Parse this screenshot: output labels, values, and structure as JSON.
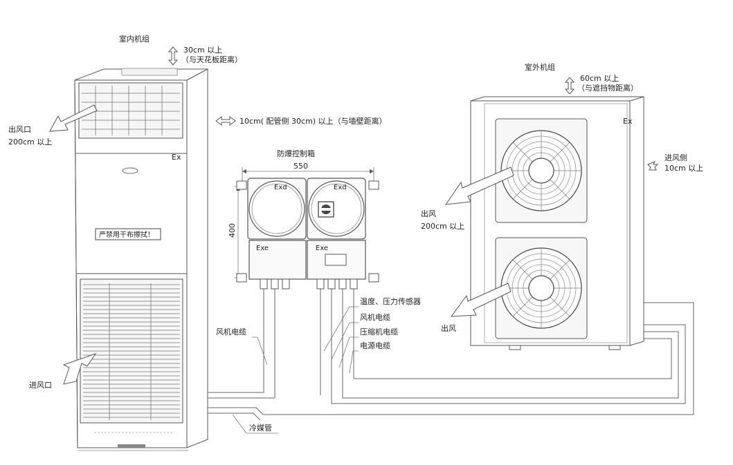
{
  "indoor_unit": {
    "title": "室内机组",
    "top_clearance_line1": "30cm 以上",
    "top_clearance_line2": "（与天花板距离）",
    "side_clearance": "10cm( 配管侧 30cm) 以上（与墙壁距离）",
    "outlet_label": "出风口",
    "outlet_clearance": "200cm 以上",
    "inlet_label": "进风口",
    "ex_mark": "Ex",
    "warning_text": "严禁用干布擦拭！"
  },
  "control_box": {
    "title": "防爆控制箱",
    "width_dim": "550",
    "height_dim": "400",
    "exd_left": "Exd",
    "exd_right": "Exd",
    "exe_left": "Exe",
    "exe_right": "Exe"
  },
  "outdoor_unit": {
    "title": "室外机组",
    "top_clearance_line1": "60cm 以上",
    "top_clearance_line2": "（与遮挡物距离）",
    "ex_mark": "Ex",
    "inlet_side_label": "进风侧",
    "inlet_side_clearance": "10cm 以上",
    "outlet_top_label": "出风",
    "outlet_top_clearance": "200cm 以上",
    "outlet_bottom_label": "出风"
  },
  "cables": {
    "fan_cable_left": "风机电缆",
    "sensor": "温度、压力传感器",
    "fan_cable_right": "风机电缆",
    "compressor_cable": "压缩机电缆",
    "power_cable": "电源电缆",
    "refrigerant_pipe": "冷媒管"
  },
  "colors": {
    "line": "#555555",
    "background": "#ffffff"
  }
}
